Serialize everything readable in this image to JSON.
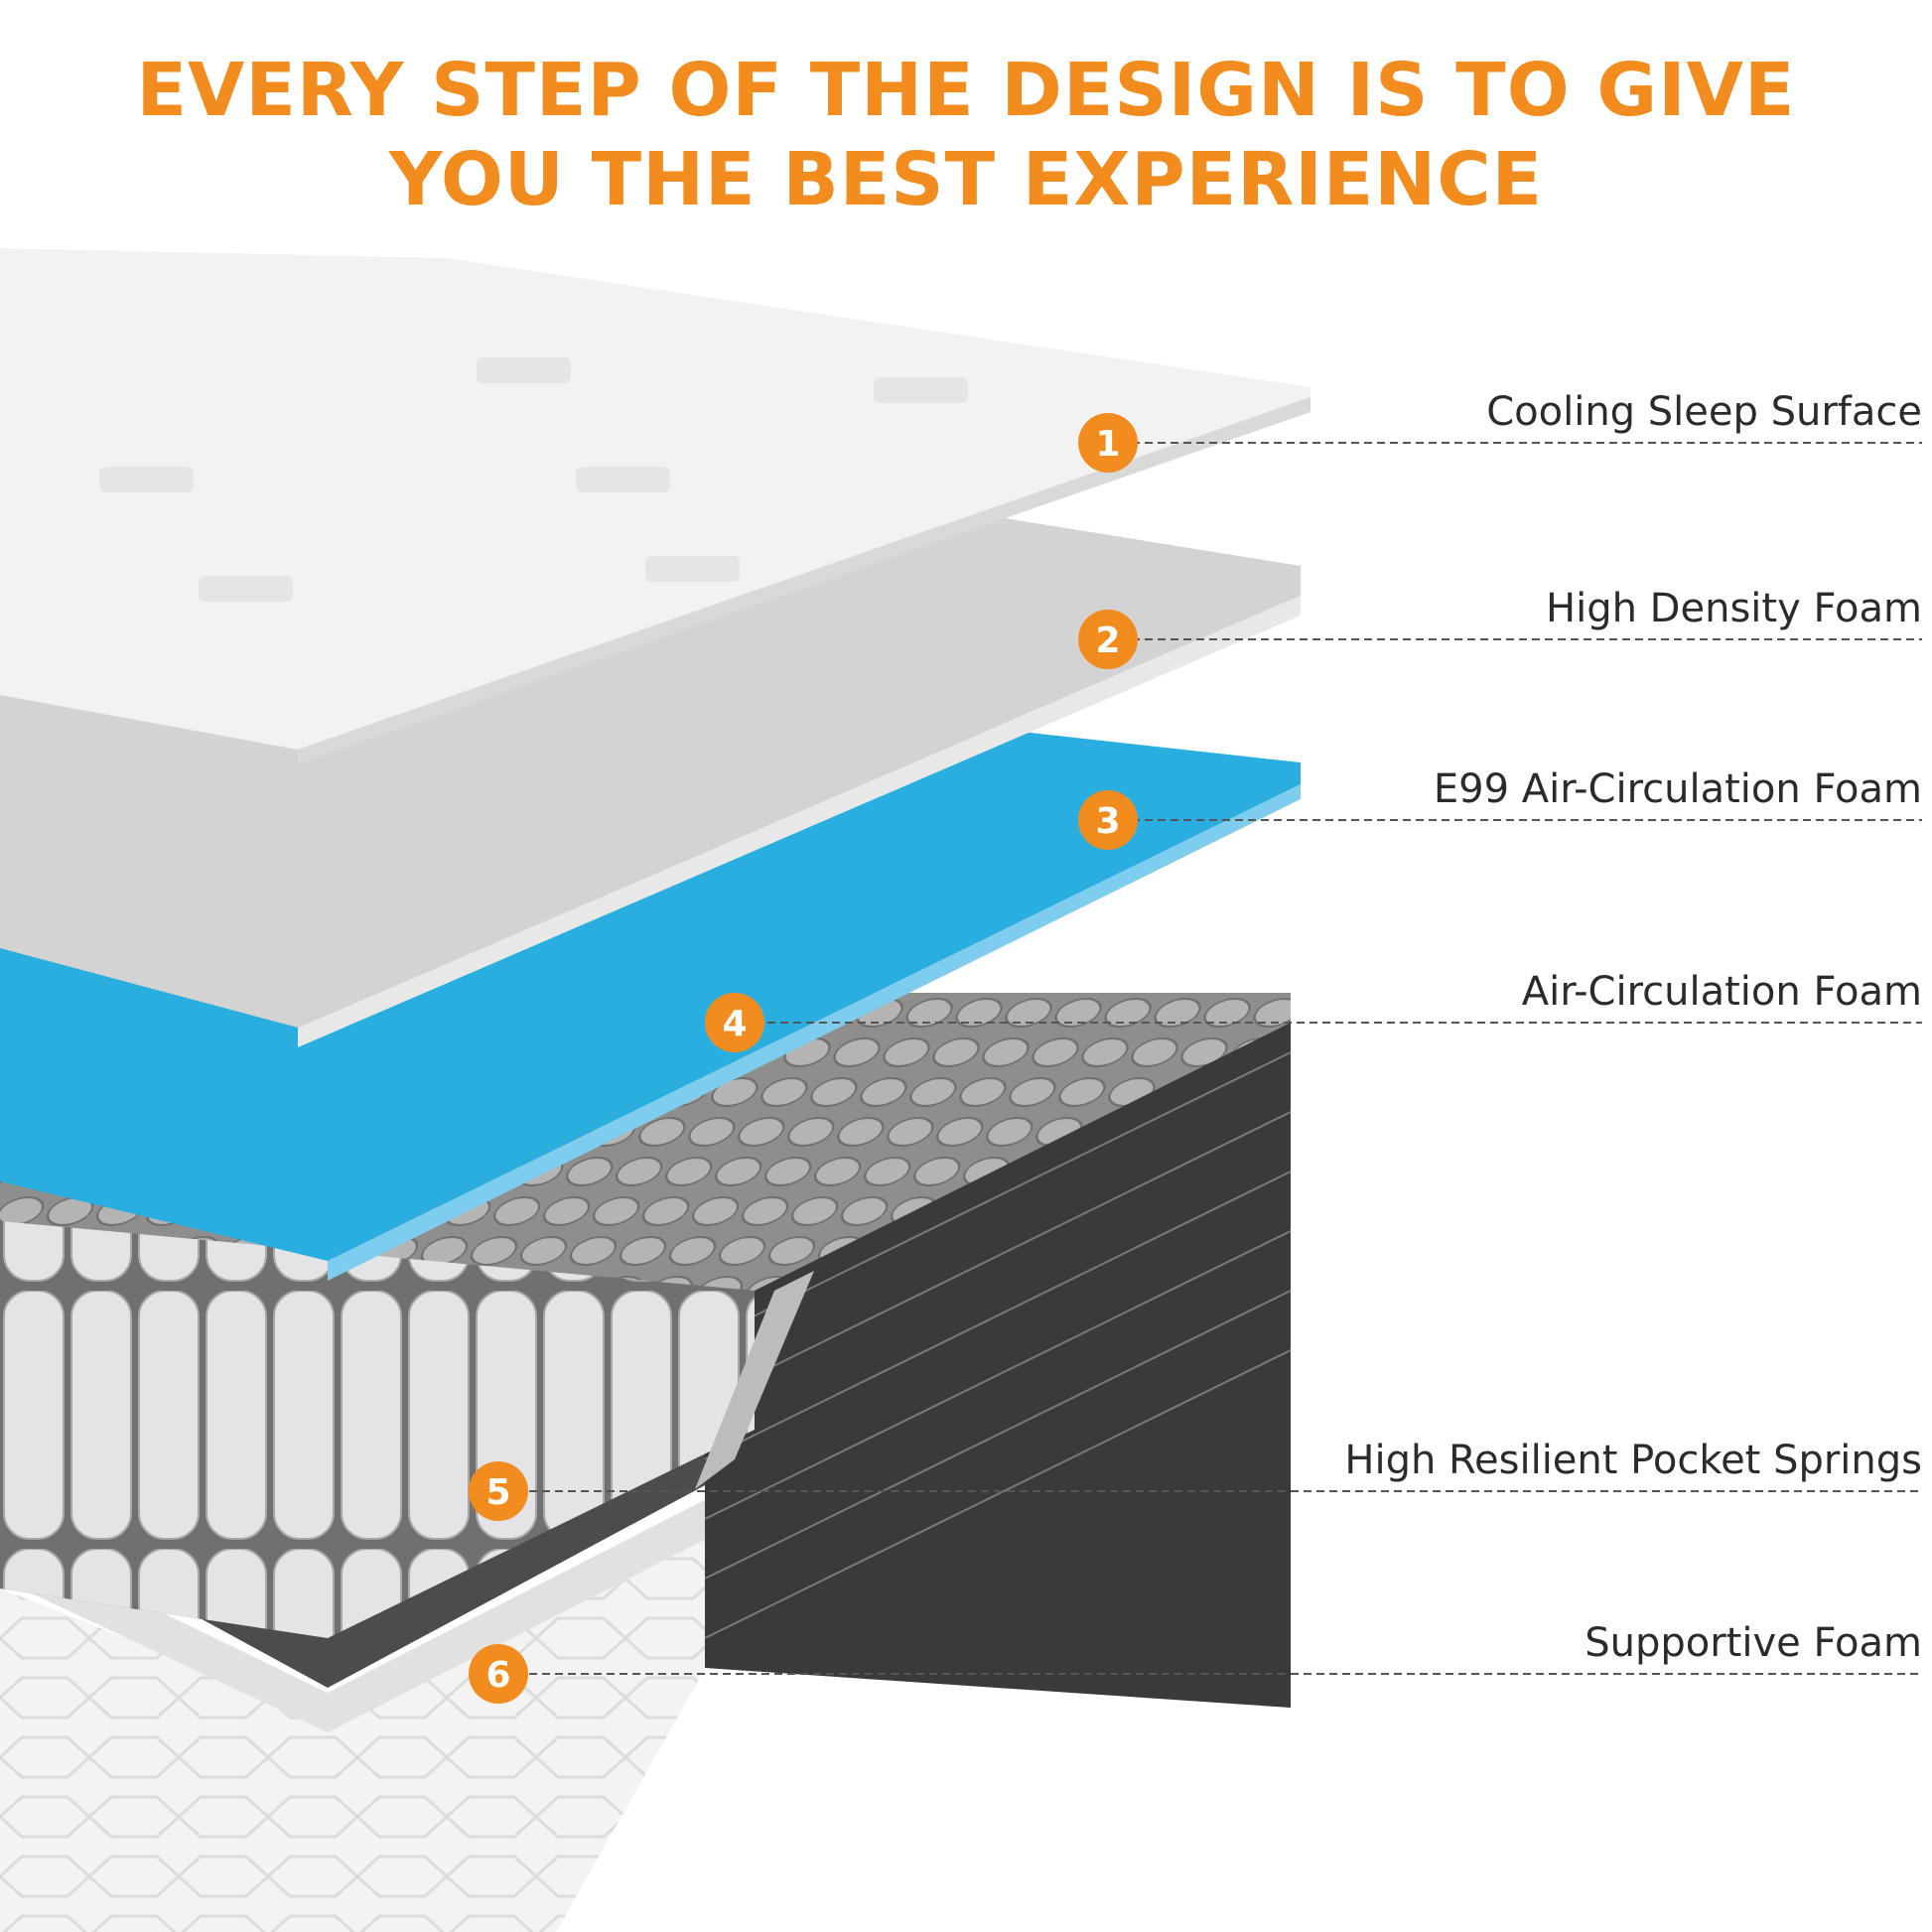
{
  "headline": {
    "line1": "EVERY STEP OF THE DESIGN IS TO GIVE",
    "line2": "YOU THE BEST EXPERIENCE"
  },
  "colors": {
    "accent_orange": "#F28C1E",
    "cooling_layer": "#F2F2F2",
    "density_layer": "#D3D3D3",
    "e99_layer": "#29AEDF",
    "spring_side": "#3A3A3A",
    "spring_top": "#9A9A9A",
    "label_text": "#2B2B2B"
  },
  "layers": [
    {
      "number": "1",
      "label": "Cooling Sleep Surface"
    },
    {
      "number": "2",
      "label": "High Density Foam"
    },
    {
      "number": "3",
      "label": "E99 Air-Circulation Foam"
    },
    {
      "number": "4",
      "label": "Air-Circulation Foam"
    },
    {
      "number": "5",
      "label": "High Resilient Pocket Springs"
    },
    {
      "number": "6",
      "label": "Supportive Foam"
    }
  ]
}
